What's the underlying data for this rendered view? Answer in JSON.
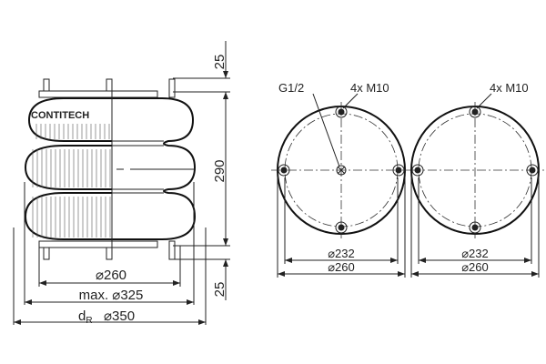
{
  "brand": "CONTITECH",
  "side_view": {
    "top_height": "25",
    "total_height": "290",
    "bottom_height": "25",
    "plate_diameter": "⌀260",
    "max_diameter": "max. ⌀325",
    "dr_symbol": "d",
    "dr_subscript": "R",
    "dr_value": "⌀350"
  },
  "top_view_1": {
    "port_label": "G1/2",
    "bolt_label": "4x M10",
    "bolt_circle": "⌀232",
    "plate_diameter": "⌀260"
  },
  "top_view_2": {
    "bolt_label": "4x M10",
    "bolt_circle": "⌀232",
    "plate_diameter": "⌀260"
  },
  "colors": {
    "line": "#222222",
    "background": "#ffffff"
  }
}
